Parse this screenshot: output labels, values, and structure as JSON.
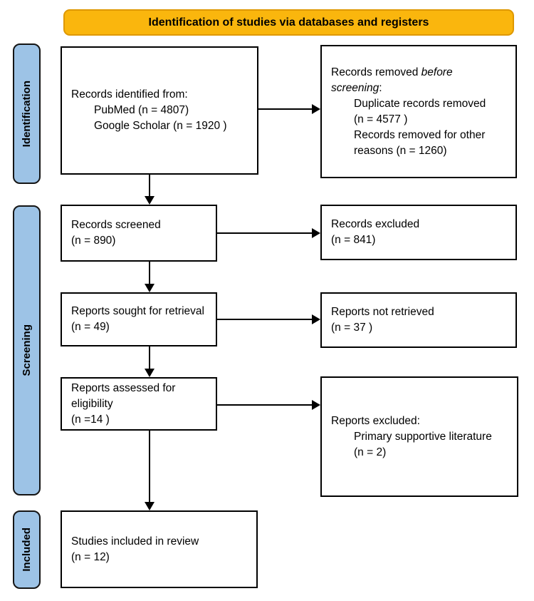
{
  "banner": {
    "label": "Identification of studies via databases and registers"
  },
  "stages": {
    "identification": "Identification",
    "screening": "Screening",
    "included": "Included"
  },
  "boxes": {
    "records_identified": {
      "title": "Records identified from:",
      "items": [
        "PubMed (n = 4807)",
        "Google Scholar (n = 1920 )"
      ]
    },
    "records_removed": {
      "l1_normal": "Records removed ",
      "l1_italic": "before",
      "l2_italic": "screening",
      "l2_suffix": ":",
      "items": [
        "Duplicate records removed",
        "(n = 4577 )",
        "Records removed for other",
        "reasons (n = 1260)"
      ]
    },
    "records_screened": {
      "l1": "Records screened",
      "l2": "(n = 890)"
    },
    "records_excluded": {
      "l1": "Records excluded",
      "l2": "(n = 841)"
    },
    "reports_sought": {
      "l1": "Reports sought for retrieval",
      "l2": "(n = 49)"
    },
    "reports_not_retrieved": {
      "l1": "Reports not retrieved",
      "l2": "(n = 37 )"
    },
    "reports_assessed": {
      "l1": "Reports assessed for eligibility",
      "l2": "(n =14 )"
    },
    "reports_excluded": {
      "title": "Reports excluded:",
      "items": [
        "Primary supportive literature",
        "(n = 2)"
      ]
    },
    "studies_included": {
      "l1": "Studies included in review",
      "l2": "(n = 12)"
    }
  },
  "colors": {
    "banner_fill": "#FAB60D",
    "banner_border": "#DE9800",
    "stage_fill": "#9DC3E6",
    "box_border": "#000000"
  }
}
